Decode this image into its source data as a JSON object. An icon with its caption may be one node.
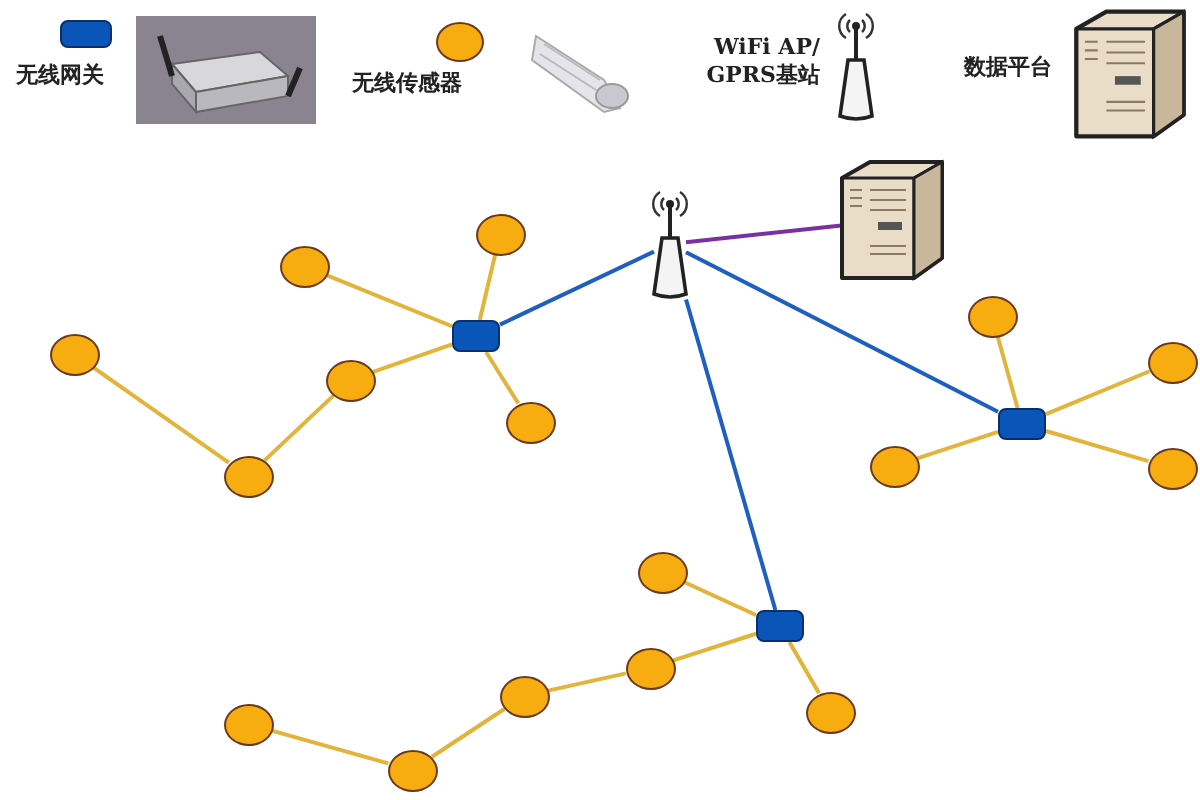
{
  "diagram": {
    "nodes": [
      {
        "text": [],
        "shape": "antenna"
      },
      {
        "text": [],
        "shape": "picture"
      },
      {
        "text": [],
        "shape": "box"
      },
      {
        "text": [],
        "shape": "box"
      },
      {
        "text": [],
        "shape": "box"
      },
      {
        "text": [],
        "shape": "circle"
      },
      {
        "text": [],
        "shape": "circle"
      },
      {
        "text": [],
        "shape": "circle"
      },
      {
        "text": [],
        "shape": "circle"
      },
      {
        "text": [],
        "shape": "circle"
      },
      {
        "text": [],
        "shape": "circle"
      },
      {
        "text": [],
        "shape": "circle"
      },
      {
        "text": [],
        "shape": "circle"
      },
      {
        "text": [],
        "shape": "circle"
      },
      {
        "text": [],
        "shape": "circle"
      },
      {
        "text": [],
        "shape": "circle"
      },
      {
        "text": [],
        "shape": "circle"
      },
      {
        "text": [],
        "shape": "circle"
      },
      {
        "text": [],
        "shape": "circle"
      },
      {
        "text": [],
        "shape": "circle"
      },
      {
        "text": [],
        "shape": "circle"
      }
    ],
    "edges": [
      {
        "from": 0,
        "to": 1,
        "arrow": "none",
        "color": "#7b2fa3"
      },
      {
        "from": 0,
        "to": 2,
        "arrow": "none",
        "color": "#1f5fbf"
      },
      {
        "from": 0,
        "to": 3,
        "arrow": "none",
        "color": "#1f5fbf"
      },
      {
        "from": 0,
        "to": 4,
        "arrow": "none",
        "color": "#1f5fbf"
      },
      {
        "from": 2,
        "to": 5,
        "arrow": "none"
      },
      {
        "from": 2,
        "to": 6,
        "arrow": "none"
      },
      {
        "from": 2,
        "to": 7,
        "arrow": "none"
      },
      {
        "from": 2,
        "to": 8,
        "arrow": "none"
      },
      {
        "from": 7,
        "to": 10,
        "arrow": "none"
      },
      {
        "from": 10,
        "to": 9,
        "arrow": "none"
      },
      {
        "from": 3,
        "to": 11,
        "arrow": "none"
      },
      {
        "from": 3,
        "to": 12,
        "arrow": "none"
      },
      {
        "from": 3,
        "to": 13,
        "arrow": "none"
      },
      {
        "from": 3,
        "to": 14,
        "arrow": "none"
      },
      {
        "from": 4,
        "to": 15,
        "arrow": "none"
      },
      {
        "from": 4,
        "to": 16,
        "arrow": "none"
      },
      {
        "from": 16,
        "to": 17,
        "arrow": "none"
      },
      {
        "from": 17,
        "to": 18,
        "arrow": "none"
      },
      {
        "from": 18,
        "to": 19,
        "arrow": "none"
      },
      {
        "from": 4,
        "to": 20,
        "arrow": "none"
      }
    ],
    "legend": [
      {
        "text": "无线网关",
        "color": "#0a55b8"
      },
      {
        "text": "无线传感器",
        "color": "#f7ad0f"
      },
      {
        "text": "WiFi AP/ GPRS基站"
      },
      {
        "text": "数据平台"
      }
    ]
  }
}
